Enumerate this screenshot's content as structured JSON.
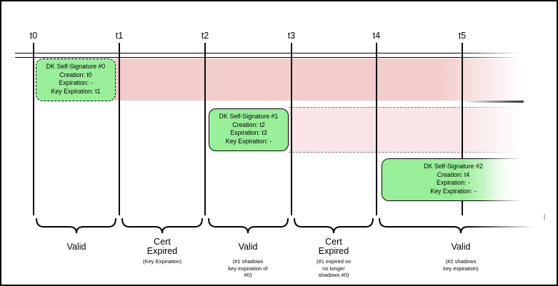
{
  "diagram": {
    "title_hint": "key-signature validity timeline",
    "ticks": [
      "t0",
      "t1",
      "t2",
      "t3",
      "t4",
      "t5"
    ],
    "signatures": [
      {
        "text": "DK Self-Signature #0\nCreation: t0\nExpiration: -\nKey Expiration: t1"
      },
      {
        "text": "DK Self-Signature #1\nCreation: t2\nExpiration: t3\nKey Expiration: -"
      },
      {
        "text": "DK Self-Signature #2\nCreation: t4\nExpiration: -\nKey Expiration: -"
      }
    ],
    "periods": [
      {
        "label": "Valid",
        "note": ""
      },
      {
        "label": "Cert\nExpired",
        "note": "(Key Expiration)"
      },
      {
        "label": "Valid",
        "note": "(#1 shadows\nkey expiration of\n#0)"
      },
      {
        "label": "Cert\nExpired",
        "note": "(#1 expired so\nno longer\nshadows #0)"
      },
      {
        "label": "Valid",
        "note": "(#2 shadows\nkey expiration)"
      }
    ],
    "colors": {
      "signature_fill": "#99ee99",
      "validity_band_strong": "#f3cccc",
      "validity_band_faint": "#f9e5e5",
      "line": "#000000"
    }
  }
}
